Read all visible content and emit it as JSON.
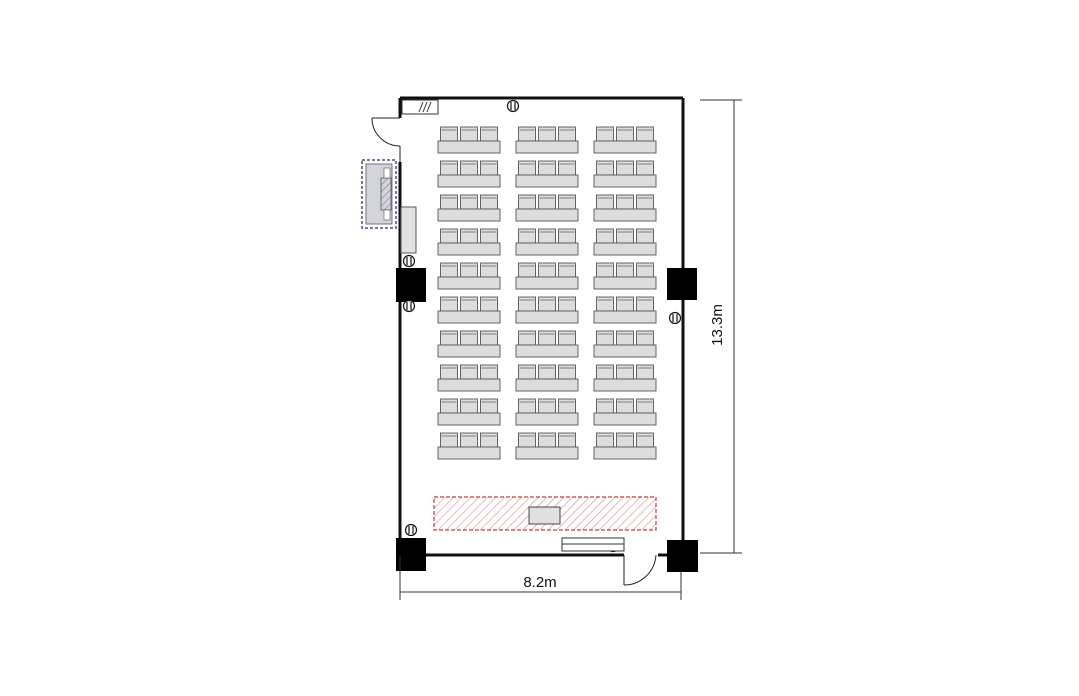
{
  "dimensions": {
    "width_label": "8.2m",
    "height_label": "13.3m"
  },
  "seating": {
    "columns": 3,
    "rows_per_column": 10,
    "chairs_per_desk": 3,
    "total_chairs": 90
  },
  "colors": {
    "wall": "#111111",
    "pillar": "#000000",
    "furniture_fill": "#dddddd",
    "furniture_stroke": "#555555",
    "stage_hatch": "#e08a8a",
    "cabinet_outline": "#4a4a8c"
  }
}
